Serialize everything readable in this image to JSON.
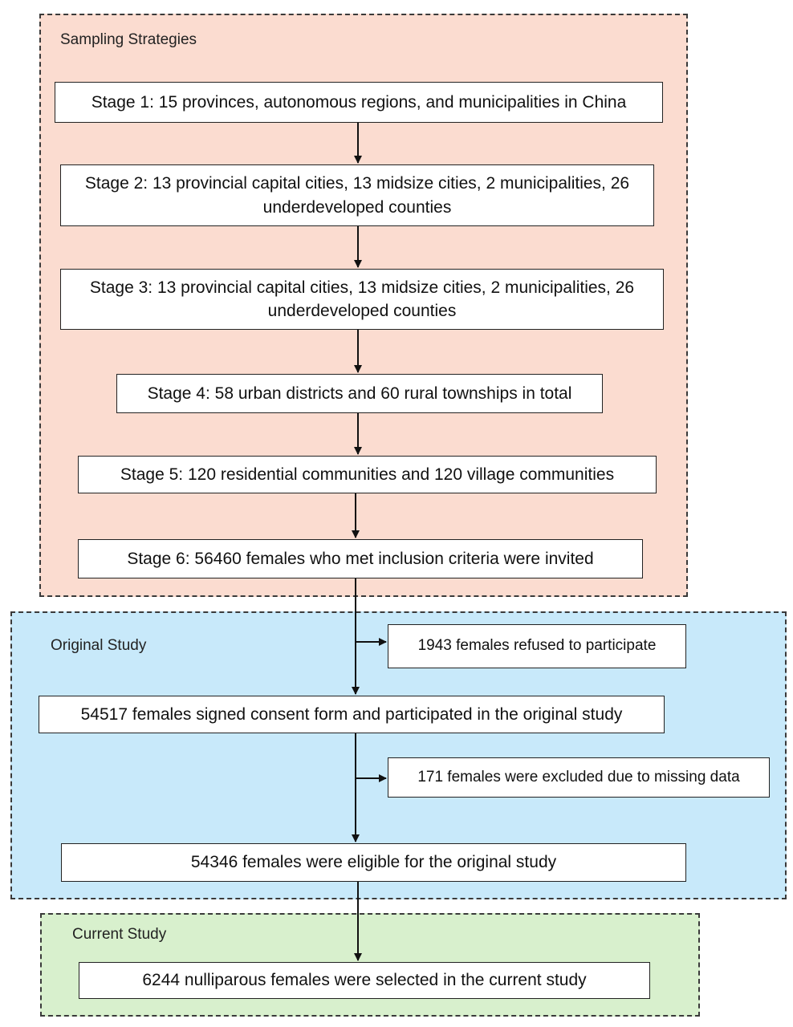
{
  "panels": {
    "sampling": {
      "title": "Sampling Strategies",
      "color": "#fbdcd0"
    },
    "original": {
      "title": "Original Study",
      "color": "#c8e9fa"
    },
    "current": {
      "title": "Current Study",
      "color": "#d8f0cd"
    }
  },
  "boxes": {
    "stage1": "Stage 1: 15 provinces, autonomous regions, and municipalities in China",
    "stage2": "Stage 2: 13 provincial capital cities, 13 midsize cities, 2 municipalities, 26 underdeveloped counties",
    "stage3": "Stage 3: 13 provincial capital cities, 13 midsize cities, 2 municipalities, 26 underdeveloped counties",
    "stage4": "Stage 4: 58 urban districts and 60 rural townships in total",
    "stage5": "Stage 5: 120 residential communities and 120 village communities",
    "stage6": "Stage 6: 56460 females who met inclusion criteria were invited",
    "refused": "1943 females refused to participate",
    "consented": "54517 females signed consent form and participated in the original study",
    "excluded": "171 females were excluded due to missing data",
    "eligible": "54346 females were eligible for the original study",
    "selected": "6244 nulliparous females were selected in the current study"
  }
}
